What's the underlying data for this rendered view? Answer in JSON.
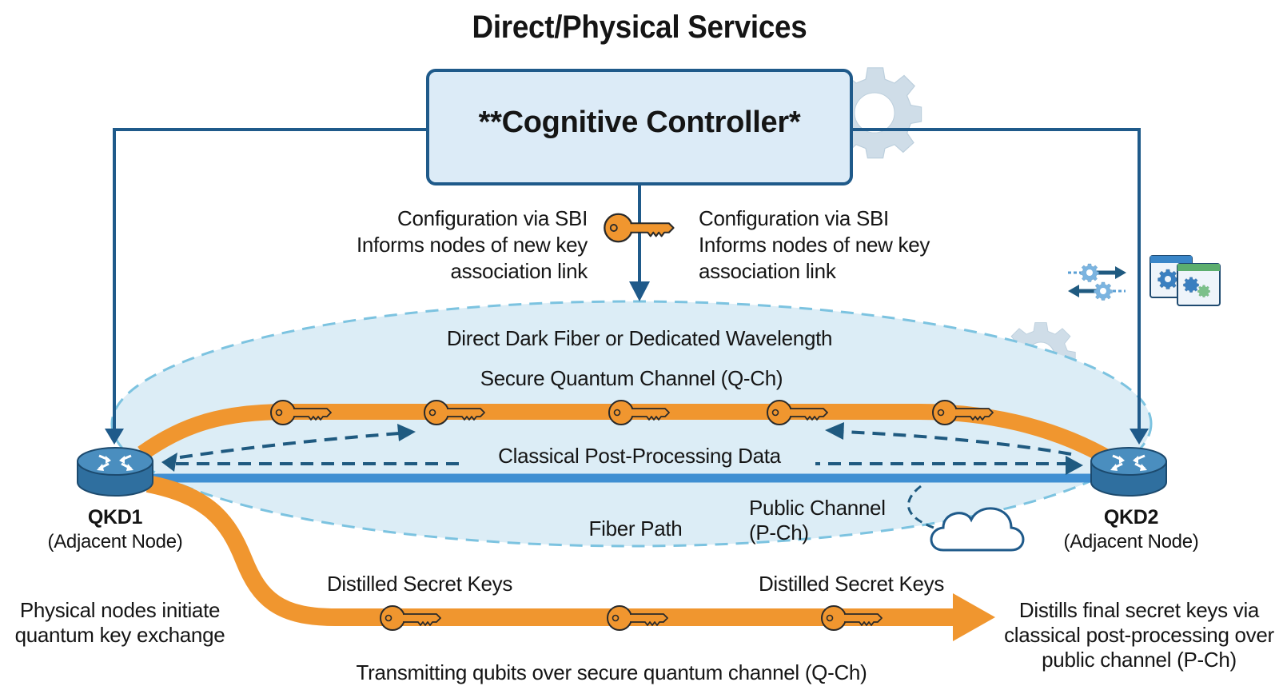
{
  "title": "Direct/Physical Services",
  "controller": {
    "label": "**Cognitive Controller*"
  },
  "config_left": {
    "line1": "Configuration via SBI",
    "line2": "Informs nodes of new key association link"
  },
  "config_right": {
    "line1": "Configuration via SBI",
    "line2": "Informs nodes of new key association link"
  },
  "link": {
    "medium_label": "Direct Dark Fiber or Dedicated Wavelength",
    "quantum_channel_label": "Secure Quantum Channel (Q-Ch)",
    "classical_data_label": "Classical Post-Processing Data",
    "fiber_path_label": "Fiber Path",
    "public_channel_label_line1": "Public Channel",
    "public_channel_label_line2": "(P-Ch)"
  },
  "nodes": [
    {
      "name": "QKD1",
      "role": "(Adjacent Node)"
    },
    {
      "name": "QKD2",
      "role": "(Adjacent Node)"
    }
  ],
  "keys_output": {
    "label_left": "Distilled Secret Keys",
    "label_right": "Distilled Secret Keys"
  },
  "notes": {
    "left": "Physical nodes initiate quantum key exchange",
    "bottom": "Transmitting qubits over secure quantum channel (Q-Ch)",
    "right": "Distills final secret keys via classical post-processing over public channel (P-Ch)"
  },
  "icons": {
    "key": "key-icon",
    "gear": "gear-icon",
    "router": "router-icon",
    "cloud": "cloud-icon",
    "config_windows": "config-windows-icon",
    "sync_gears": "sync-gears-icon"
  },
  "colors": {
    "controller_fill": "#dcebf7",
    "controller_border": "#1f5a8a",
    "control_line": "#1f5a8a",
    "quantum_channel": "#f0962f",
    "fiber": "#3f8fd2",
    "classical_dashed": "#1f5a80",
    "ellipse_fill": "#dcedf6",
    "ellipse_border": "#7cc3e0",
    "gear_watermark": "#c9d9e6"
  }
}
